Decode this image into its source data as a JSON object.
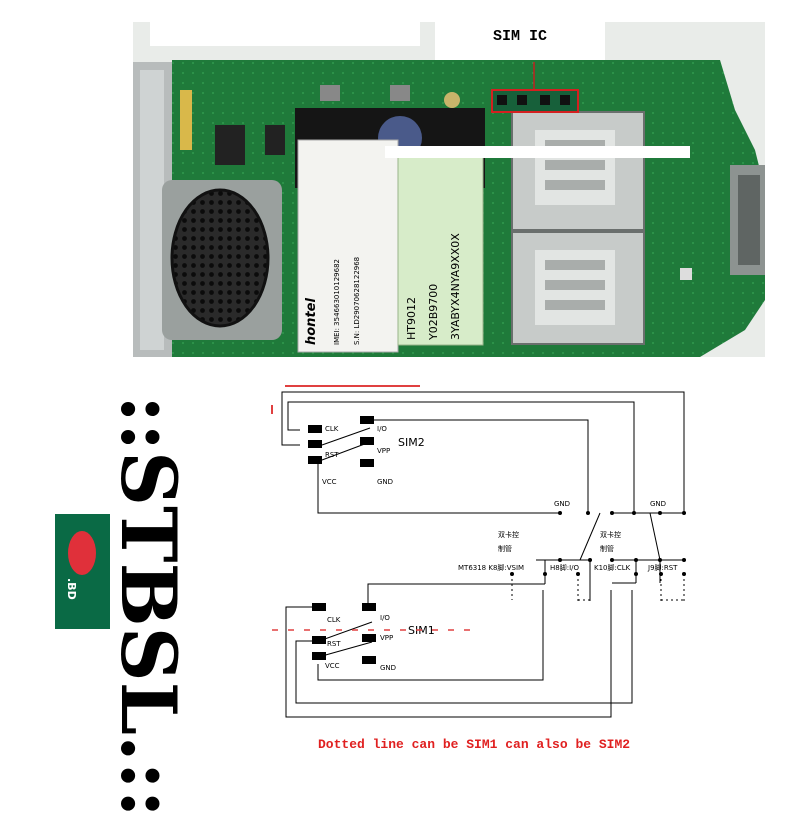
{
  "photo": {
    "sim_ic_label": "SIM IC",
    "pcb_color": "#1f7a3a",
    "sticker_text": [
      "hontel",
      "IMEI: 354663010129682",
      "S.N: LD29070628122968"
    ],
    "barcode_label_text": [
      "HT9012",
      "Y02B9700",
      "3YABYX4NYA9XX0X"
    ]
  },
  "watermark": {
    "text": "::STBSL.::",
    "badge_text": ".BD",
    "badge_colors": {
      "field": "#0a6a45",
      "disc": "#e0303a"
    }
  },
  "schematic": {
    "sim2": {
      "name": "SIM2",
      "pins": {
        "clk": "CLK",
        "rst": "RST",
        "vcc": "VCC",
        "io": "I/O",
        "vpp": "VPP",
        "gnd": "GND"
      }
    },
    "sim1": {
      "name": "SIM1",
      "pins": {
        "clk": "CLK",
        "rst": "RST",
        "vcc": "VCC",
        "io": "I/O",
        "vpp": "VPP",
        "gnd": "GND"
      }
    },
    "gnd_labels": [
      "GND",
      "GND"
    ],
    "switch_labels": [
      {
        "line1": "双卡控",
        "line2": "制管"
      },
      {
        "line1": "双卡控",
        "line2": "制管"
      }
    ],
    "mt6318_pins": [
      "MT6318  K8脚:VSIM",
      "H8脚:I/O",
      "K10脚:CLK",
      "J9脚:RST"
    ],
    "note": "Dotted line can be SIM1 can also be SIM2",
    "colors": {
      "line": "#000000",
      "note": "#e02020"
    }
  }
}
